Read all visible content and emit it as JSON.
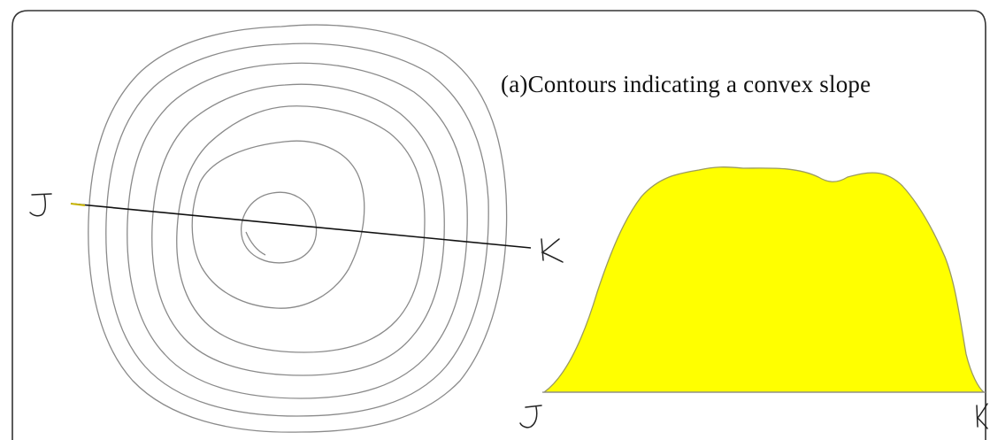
{
  "caption": "(a)Contours indicating a convex slope",
  "section_labels": {
    "map_start": "J",
    "map_end": "K",
    "profile_start": "J",
    "profile_end": "K"
  },
  "colors": {
    "contour_line": "#8a8a8a",
    "section_line": "#111111",
    "profile_fill": "#ffff00",
    "profile_outline": "#9a9a60",
    "frame": "#333333"
  },
  "contour_count": 7
}
